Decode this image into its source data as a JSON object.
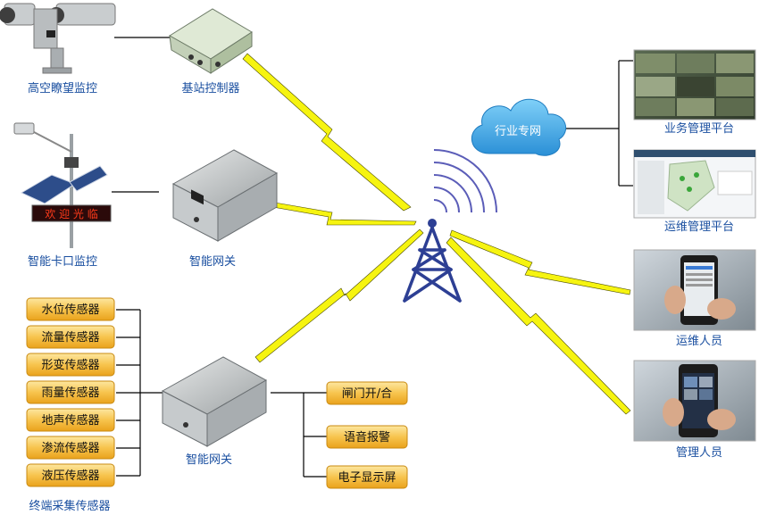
{
  "devices": {
    "camera_label": "高空瞭望监控",
    "controller_label": "基站控制器",
    "checkpoint_label": "智能卡口监控",
    "gateway1_label": "智能网关",
    "gateway2_label": "智能网关",
    "led_sign_text": "欢 迎 光 临"
  },
  "network": {
    "cloud_label": "行业专网"
  },
  "right": {
    "business_platform": "业务管理平台",
    "ops_platform": "运维管理平台",
    "ops_staff": "运维人员",
    "management_staff": "管理人员"
  },
  "sensors": {
    "items": [
      "水位传感器",
      "流量传感器",
      "形变传感器",
      "雨量传感器",
      "地声传感器",
      "渗流传感器",
      "液压传感器"
    ],
    "group_label": "终端采集传感器"
  },
  "outputs": {
    "items": [
      "闸门开/合",
      "语音报警",
      "电子显示屏"
    ]
  },
  "colors": {
    "label_blue": "#1a4fa0",
    "sensor_box": "#f4b93a",
    "cloud": "#3fa9e6",
    "tower": "#2d3f94",
    "bolt": "#f6f410"
  }
}
